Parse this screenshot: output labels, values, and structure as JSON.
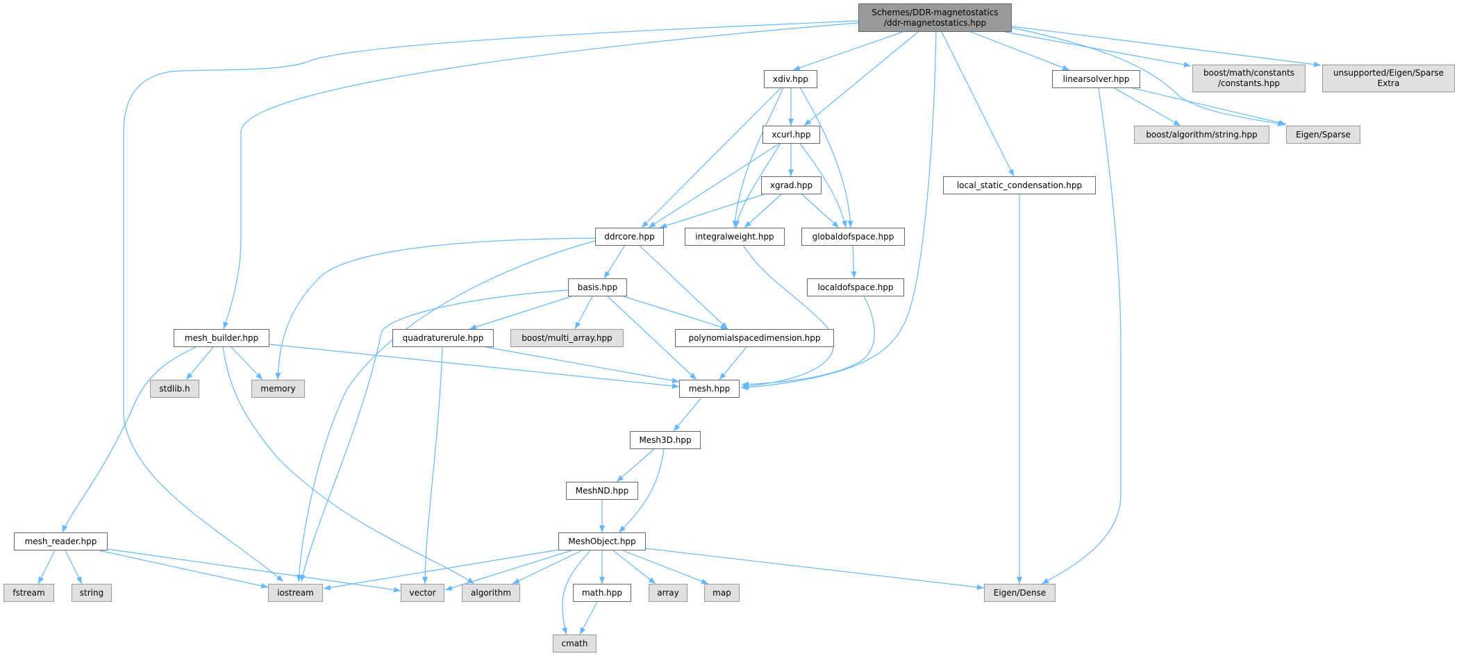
{
  "colors": {
    "edge": "#63b8ff",
    "root_fill": "#999999",
    "internal_fill": "#ffffff",
    "external_fill": "#e0e0e0",
    "border": "#666666"
  },
  "nodes": {
    "root": {
      "lines": [
        "Schemes/DDR-magnetostatics",
        "/ddr-magnetostatics.hpp"
      ],
      "kind": "root"
    },
    "xdiv": {
      "label": "xdiv.hpp",
      "kind": "internal"
    },
    "xcurl": {
      "label": "xcurl.hpp",
      "kind": "internal"
    },
    "xgrad": {
      "label": "xgrad.hpp",
      "kind": "internal"
    },
    "ddrcore": {
      "label": "ddrcore.hpp",
      "kind": "internal"
    },
    "integralweight": {
      "label": "integralweight.hpp",
      "kind": "internal"
    },
    "globaldofspace": {
      "label": "globaldofspace.hpp",
      "kind": "internal"
    },
    "localdofspace": {
      "label": "localdofspace.hpp",
      "kind": "internal"
    },
    "basis": {
      "label": "basis.hpp",
      "kind": "internal"
    },
    "linearsolver": {
      "label": "linearsolver.hpp",
      "kind": "internal"
    },
    "boost_math": {
      "lines": [
        "boost/math/constants",
        "/constants.hpp"
      ],
      "kind": "external"
    },
    "unsupported": {
      "lines": [
        "unsupported/Eigen/Sparse",
        "Extra"
      ],
      "kind": "external"
    },
    "boost_algorithm": {
      "label": "boost/algorithm/string.hpp",
      "kind": "external"
    },
    "eigen_sparse": {
      "label": "Eigen/Sparse",
      "kind": "external"
    },
    "local_static": {
      "label": "local_static_condensation.hpp",
      "kind": "internal"
    },
    "mesh_builder": {
      "label": "mesh_builder.hpp",
      "kind": "internal"
    },
    "quadraturerule": {
      "label": "quadraturerule.hpp",
      "kind": "internal"
    },
    "boost_multi_array": {
      "label": "boost/multi_array.hpp",
      "kind": "external"
    },
    "polyspacedim": {
      "label": "polynomialspacedimension.hpp",
      "kind": "internal"
    },
    "stdlib": {
      "label": "stdlib.h",
      "kind": "external"
    },
    "memory": {
      "label": "memory",
      "kind": "external"
    },
    "mesh": {
      "label": "mesh.hpp",
      "kind": "internal"
    },
    "mesh3d": {
      "label": "Mesh3D.hpp",
      "kind": "internal"
    },
    "meshnd": {
      "label": "MeshND.hpp",
      "kind": "internal"
    },
    "meshobject": {
      "label": "MeshObject.hpp",
      "kind": "internal"
    },
    "mesh_reader": {
      "label": "mesh_reader.hpp",
      "kind": "internal"
    },
    "fstream": {
      "label": "fstream",
      "kind": "external"
    },
    "string": {
      "label": "string",
      "kind": "external"
    },
    "iostream": {
      "label": "iostream",
      "kind": "external"
    },
    "vector": {
      "label": "vector",
      "kind": "external"
    },
    "algorithm": {
      "label": "algorithm",
      "kind": "external"
    },
    "math": {
      "label": "math.hpp",
      "kind": "internal"
    },
    "array": {
      "label": "array",
      "kind": "external"
    },
    "map": {
      "label": "map",
      "kind": "external"
    },
    "cmath": {
      "label": "cmath",
      "kind": "external"
    },
    "eigen_dense": {
      "label": "Eigen/Dense",
      "kind": "external"
    }
  }
}
